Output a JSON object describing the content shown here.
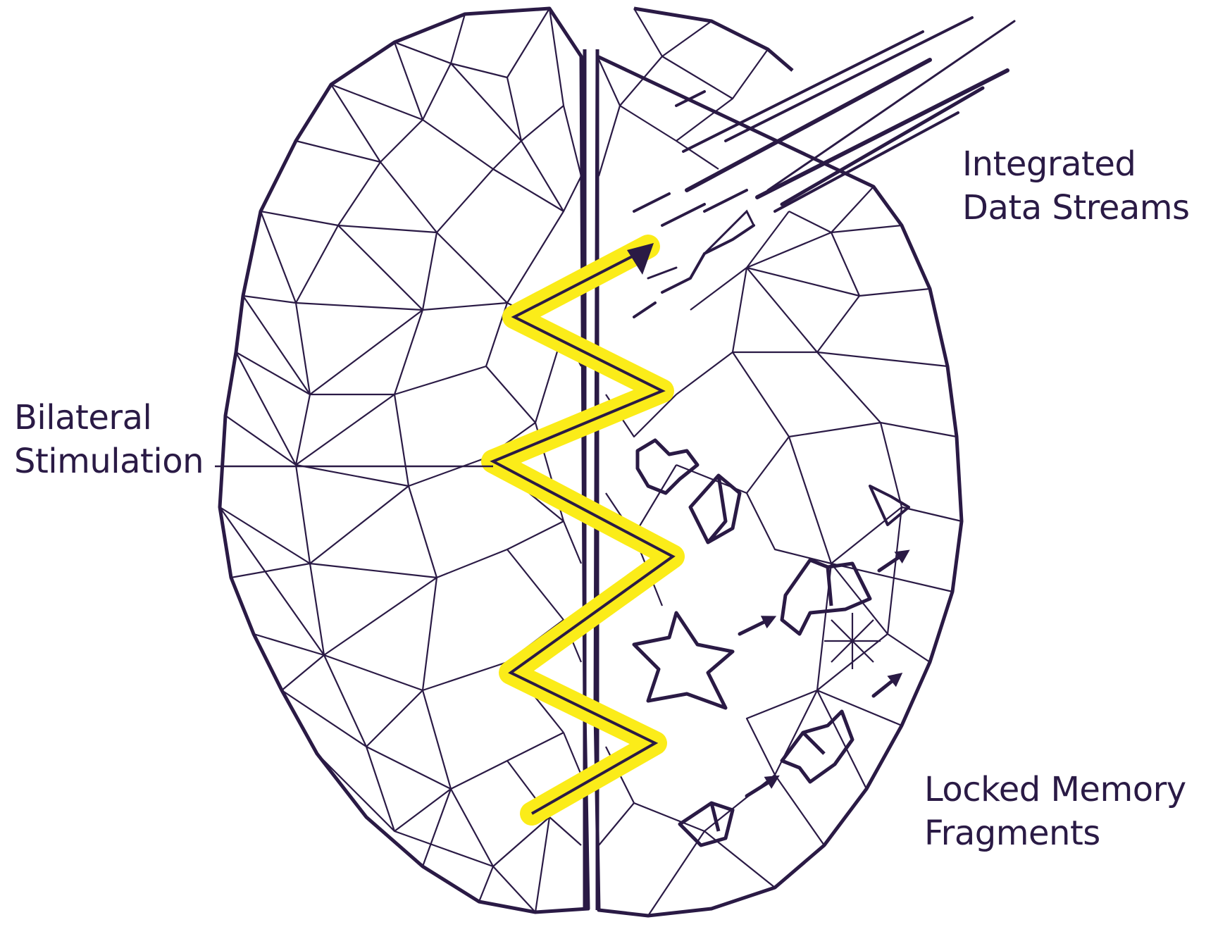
{
  "colors": {
    "ink": "#2a1a45",
    "highlight": "#fbec19",
    "background": "#ffffff"
  },
  "labels": {
    "bilateral": {
      "line1": "Bilateral",
      "line2": "Stimulation"
    },
    "integrated": {
      "line1": "Integrated",
      "line2": "Data Streams"
    },
    "locked": {
      "line1": "Locked Memory",
      "line2": "Fragments"
    }
  },
  "icons": {
    "brain": "low-poly-brain-outline",
    "zigzag": "bilateral-zigzag-arrow-icon",
    "fragments": "memory-fragment-shards-icon",
    "streams": "data-stream-lines-icon"
  }
}
